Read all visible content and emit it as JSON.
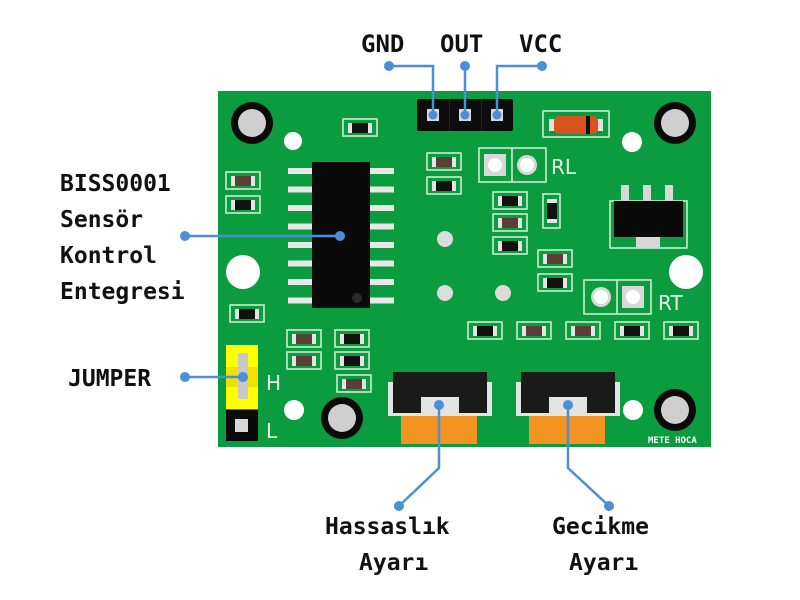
{
  "pin_labels": {
    "gnd": "GND",
    "out": "OUT",
    "vcc": "VCC"
  },
  "callouts": {
    "ic": [
      "BISS0001",
      "Sensör",
      "Kontrol",
      "Entegresi"
    ],
    "jumper": "JUMPER",
    "sensitivity": [
      "Hassaslık",
      "Ayarı"
    ],
    "delay": [
      "Gecikme",
      "Ayarı"
    ]
  },
  "board_silkscreen": {
    "rl": "RL",
    "rt": "RT",
    "h": "H",
    "l": "L",
    "credit": "METE HOCA"
  },
  "colors": {
    "board": "#0a9c3f",
    "silk": "#d9f2dc",
    "callout_line": "#4a8fd8",
    "jumper_yellow": "#ffff00",
    "pot_orange": "#f39321",
    "diode_orange": "#d9531e",
    "label_text": "#111111"
  }
}
